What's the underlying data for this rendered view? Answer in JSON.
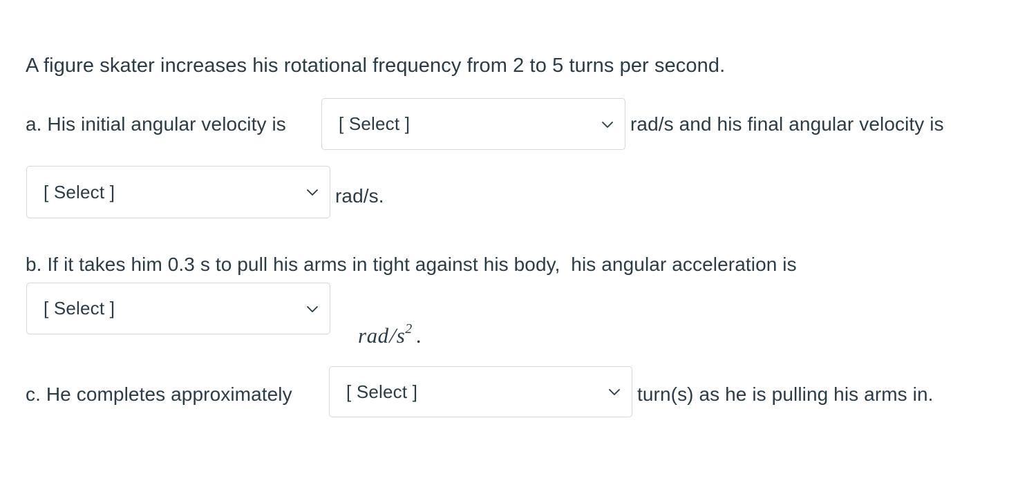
{
  "question": {
    "prompt": "A figure skater increases his rotational frequency from 2 to 5 turns per second.",
    "parts": [
      {
        "id": "a",
        "text_before": "a. His initial angular velocity is",
        "select_1": {
          "value": "[ Select ]",
          "placeholder": "[ Select ]"
        },
        "text_middle": "rad/s and his final angular velocity is",
        "select_2": {
          "value": "[ Select ]",
          "placeholder": "[ Select ]"
        },
        "text_after": "rad/s."
      },
      {
        "id": "b",
        "text_before": "b. If it takes him 0.3 s to pull his arms in tight against his body,  his angular acceleration is",
        "select_1": {
          "value": "[ Select ]",
          "placeholder": "[ Select ]"
        },
        "math_after": {
          "base": "rad",
          "slash": "/",
          "unit": "s",
          "exponent": "2",
          "period": "."
        }
      },
      {
        "id": "c",
        "text_before": "c. He completes approximately",
        "select_1": {
          "value": "[ Select ]",
          "placeholder": "[ Select ]"
        },
        "text_after": "turn(s) as he is pulling his arms in."
      }
    ]
  },
  "icons": {
    "chevron": "chevron-down-icon"
  },
  "colors": {
    "text": "#2d3b45",
    "border": "#d3d8dc",
    "background": "#ffffff"
  }
}
